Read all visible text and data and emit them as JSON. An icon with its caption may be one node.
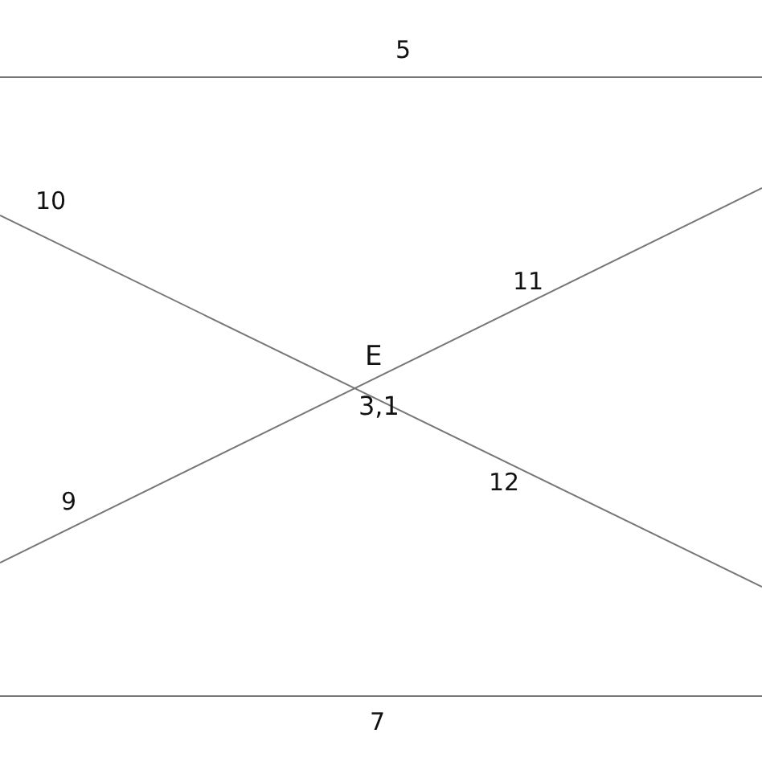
{
  "diagram": {
    "labels": [
      "5",
      "10",
      "11",
      "E",
      "3,1",
      "9",
      "12",
      "7"
    ]
  }
}
